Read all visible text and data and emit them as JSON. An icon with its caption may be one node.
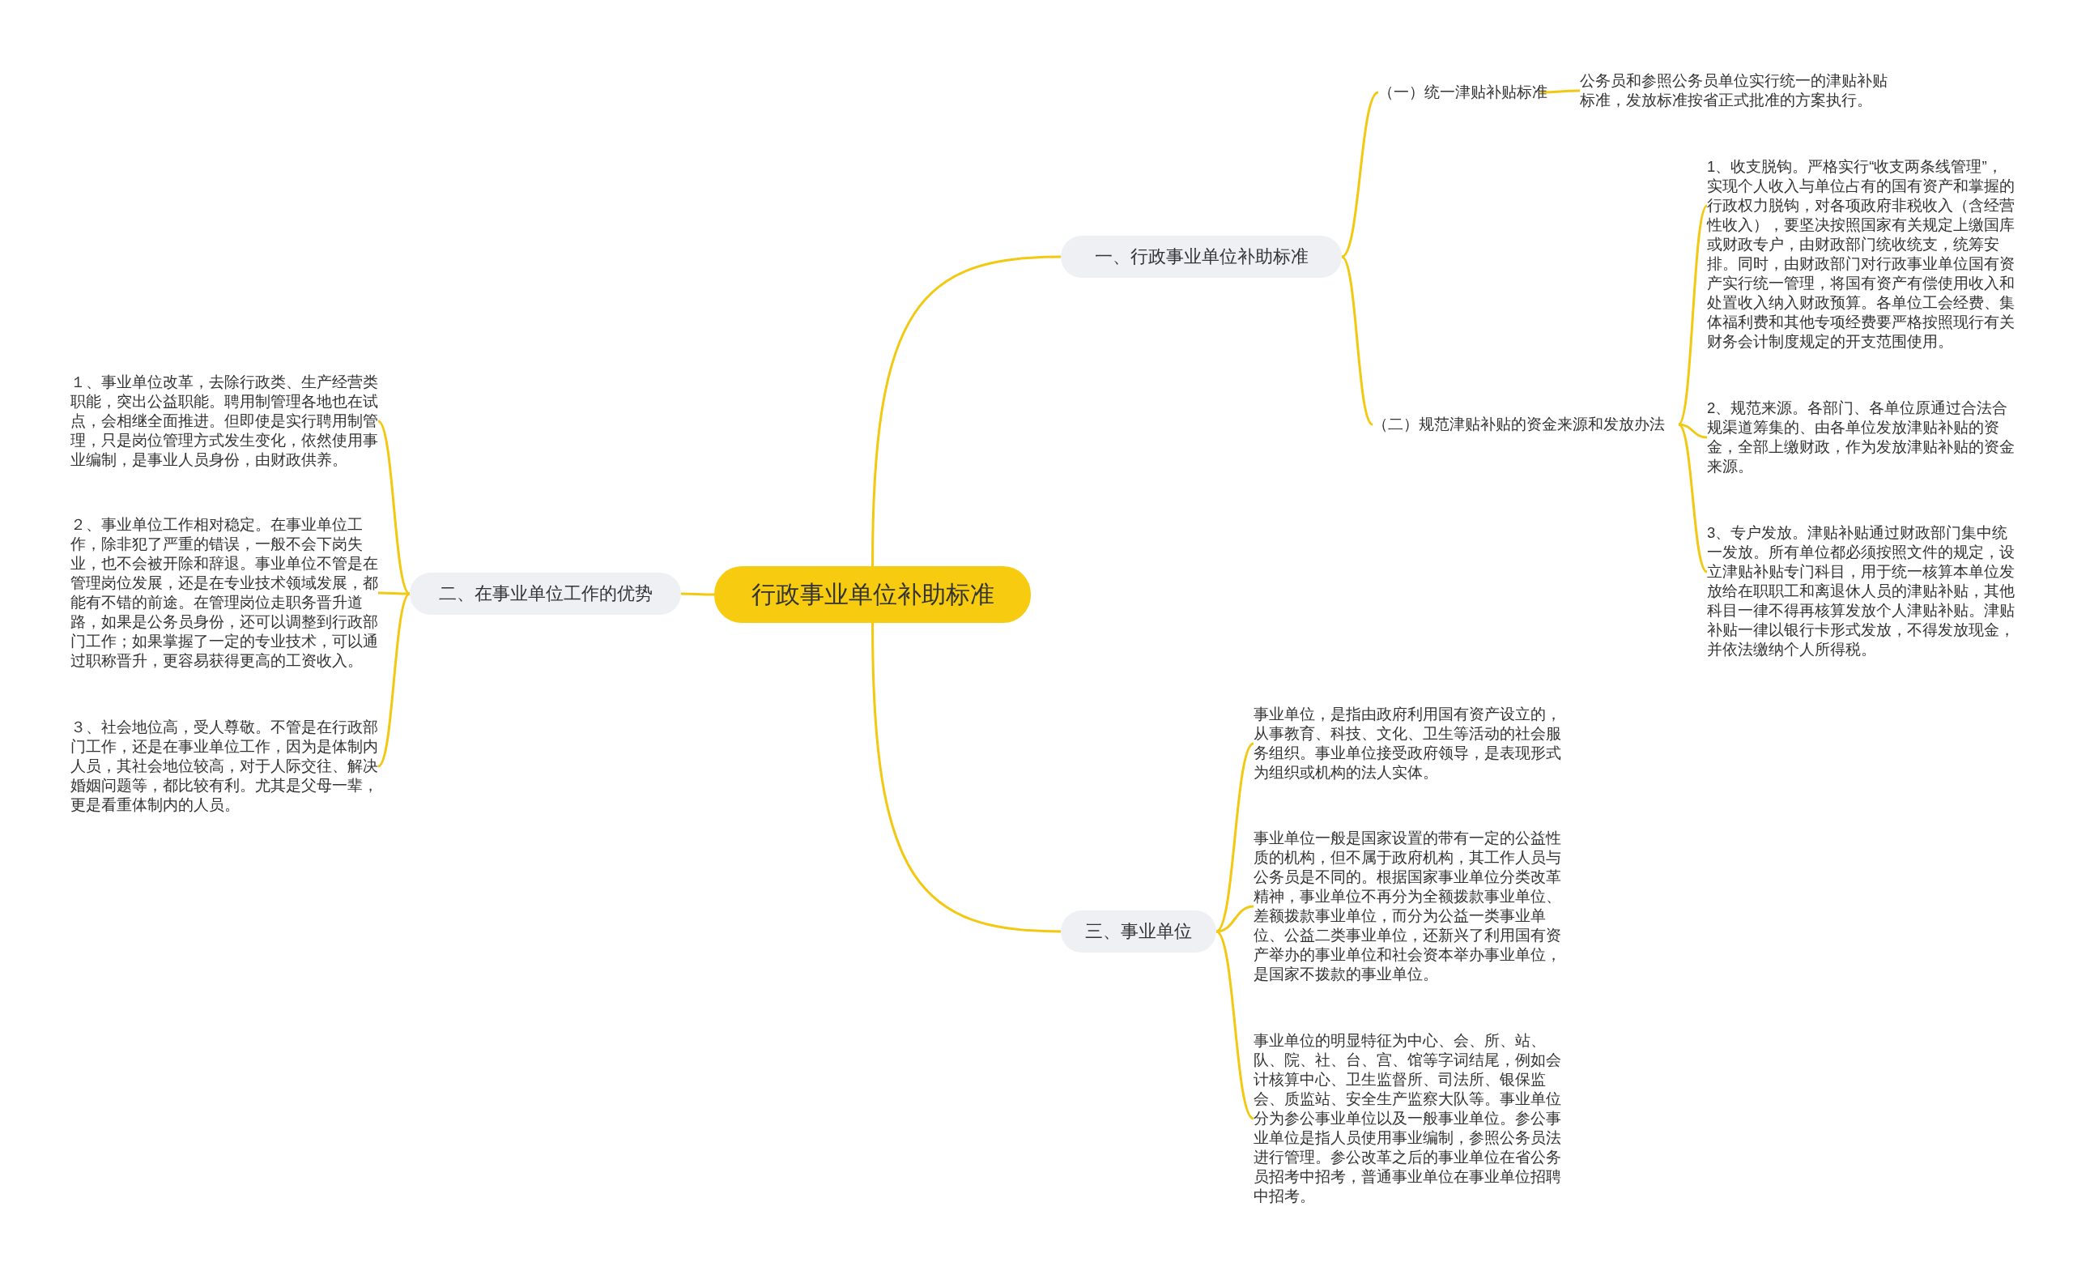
{
  "diagram": {
    "nodes": [
      {
        "text": [
          "行政事业单位补助标准"
        ]
      },
      {
        "text": [
          "一、行政事业单位补助标准"
        ]
      },
      {
        "text": [
          "（一）统一津贴补贴标准"
        ]
      },
      {
        "text": [
          "公务员和参照公务员单位实行统一的津贴补贴标准，发放标准按省正式批准的方案执行。"
        ]
      },
      {
        "text": [
          "（二）规范津贴补贴的资金来源和发放办法"
        ]
      },
      {
        "text": [
          "1、收支脱钩。严格实行“收支两条线管理”，实现个人收入与单位占有的国有资产和掌握的行政权力脱钩，对各项政府非税收入（含经营性收入），要坚决按照国家有关规定上缴国库或财政专户，由财政部门统收统支，统筹安排。同时，由财政部门对行政事业单位国有资产实行统一管理，将国有资产有偿使用收入和处置收入纳入财政预算。各单位工会经费、集体福利费和其他专项经费要严格按照现行有关财务会计制度规定的开支范围使用。"
        ]
      },
      {
        "text": [
          "2、规范来源。各部门、各单位原通过合法合规渠道筹集的、由各单位发放津贴补贴的资金，全部上缴财政，作为发放津贴补贴的资金来源。"
        ]
      },
      {
        "text": [
          "3、专户发放。津贴补贴通过财政部门集中统一发放。所有单位都必须按照文件的规定，设立津贴补贴专门科目，用于统一核算本单位发放给在职职工和离退休人员的津贴补贴，其他科目一律不得再核算发放个人津贴补贴。津贴补贴一律以银行卡形式发放，不得发放现金，并依法缴纳个人所得税。"
        ]
      },
      {
        "text": [
          "二、在事业单位工作的优势"
        ]
      },
      {
        "text": [
          "１、事业单位改革，去除行政类、生产经营类职能，突出公益职能。聘用制管理各地也在试点，会相继全面推进。但即使是实行聘用制管理，只是岗位管理方式发生变化，依然使用事业编制，是事业人员身份，由财政供养。"
        ]
      },
      {
        "text": [
          "２、事业单位工作相对稳定。在事业单位工作，除非犯了严重的错误，一般不会下岗失业，也不会被开除和辞退。事业单位不管是在管理岗位发展，还是在专业技术领域发展，都能有不错的前途。在管理岗位走职务晋升道路，如果是公务员身份，还可以调整到行政部门工作；如果掌握了一定的专业技术，可以通过职称晋升，更容易获得更高的工资收入。"
        ]
      },
      {
        "text": [
          "３、社会地位高，受人尊敬。不管是在行政部门工作，还是在事业单位工作，因为是体制内人员，其社会地位较高，对于人际交往、解决婚姻问题等，都比较有利。尤其是父母一辈，更是看重体制内的人员。"
        ]
      },
      {
        "text": [
          "三、事业单位"
        ]
      },
      {
        "text": [
          "事业单位，是指由政府利用国有资产设立的，从事教育、科技、文化、卫生等活动的社会服务组织。事业单位接受政府领导，是表现形式为组织或机构的法人实体。"
        ]
      },
      {
        "text": [
          "事业单位一般是国家设置的带有一定的公益性质的机构，但不属于政府机构，其工作人员与公务员是不同的。根据国家事业单位分类改革精神，事业单位不再分为全额拨款事业单位、差额拨款事业单位，而分为公益一类事业单位、公益二类事业单位，还新兴了利用国有资产举办的事业单位和社会资本举办事业单位，是国家不拨款的事业单位。"
        ]
      },
      {
        "text": [
          "事业单位的明显特征为中心、会、所、站、队、院、社、台、宫、馆等字词结尾，例如会计核算中心、卫生监督所、司法所、银保监会、质监站、安全生产监察大队等。事业单位分为参公事业单位以及一般事业单位。参公事业单位是指人员使用事业编制，参照公务员法进行管理。参公改革之后的事业单位在省公务员招考中招考，普通事业单位在事业单位招聘中招考。"
        ]
      }
    ],
    "edges": [
      {
        "from": 0,
        "to": 1,
        "arrow": "none"
      },
      {
        "from": 1,
        "to": 2,
        "arrow": "none"
      },
      {
        "from": 2,
        "to": 3,
        "arrow": "none"
      },
      {
        "from": 1,
        "to": 4,
        "arrow": "none"
      },
      {
        "from": 4,
        "to": 5,
        "arrow": "none"
      },
      {
        "from": 4,
        "to": 6,
        "arrow": "none"
      },
      {
        "from": 4,
        "to": 7,
        "arrow": "none"
      },
      {
        "from": 0,
        "to": 8,
        "arrow": "none"
      },
      {
        "from": 8,
        "to": 9,
        "arrow": "none"
      },
      {
        "from": 8,
        "to": 10,
        "arrow": "none"
      },
      {
        "from": 8,
        "to": 11,
        "arrow": "none"
      },
      {
        "from": 0,
        "to": 12,
        "arrow": "none"
      },
      {
        "from": 12,
        "to": 13,
        "arrow": "none"
      },
      {
        "from": 12,
        "to": 14,
        "arrow": "none"
      },
      {
        "from": 12,
        "to": 15,
        "arrow": "none"
      }
    ]
  }
}
